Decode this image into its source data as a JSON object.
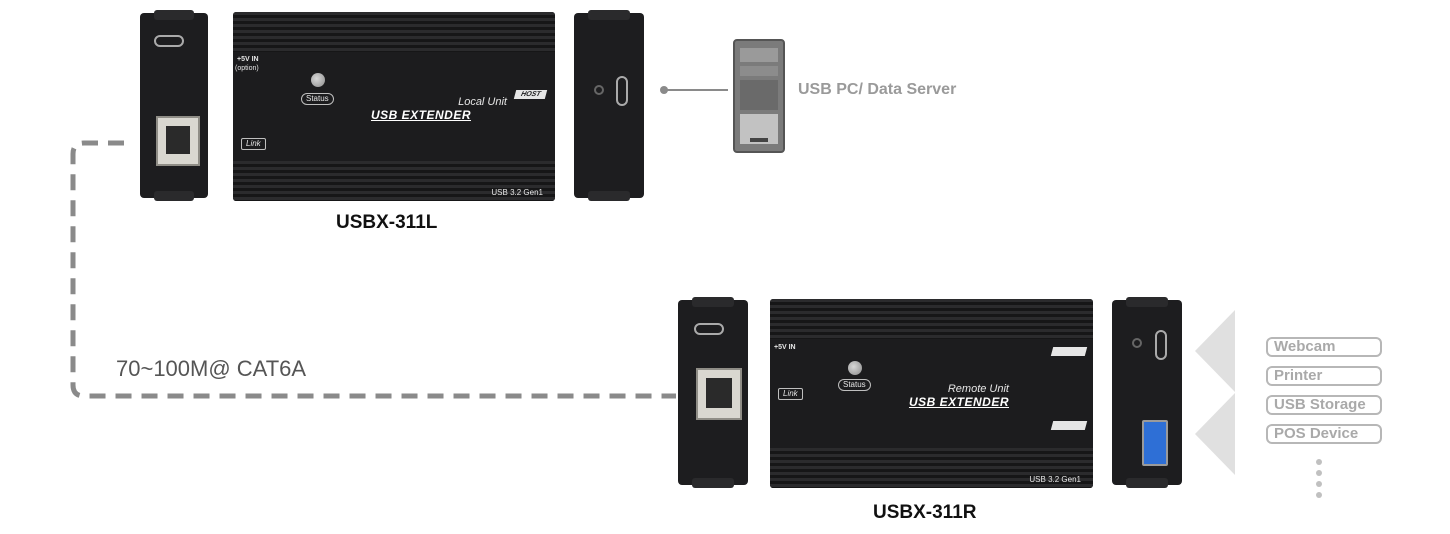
{
  "local": {
    "model": "USBX-311L",
    "power_label": "+5V IN",
    "power_option": "(option)",
    "status_label": "Status",
    "link_label": "Link",
    "host_label": "HOST",
    "unit_name": "Local Unit",
    "brand": "USB EXTENDER",
    "gen_label": "USB 3.2 Gen1"
  },
  "remote": {
    "model": "USBX-311R",
    "power_label": "+5V IN",
    "status_label": "Status",
    "link_label": "Link",
    "unit_name": "Remote Unit",
    "brand": "USB EXTENDER",
    "gen_label": "USB 3.2 Gen1"
  },
  "pc_label": "USB PC/ Data Server",
  "cable_label": "70~100M@ CAT6A",
  "devices": [
    "Webcam",
    "Printer",
    "USB Storage",
    "POS Device"
  ],
  "icons": [
    "usb-c-port-icon",
    "rj45-port-icon",
    "usb-a-port-icon",
    "pc-tower-icon",
    "arrow-left-icon",
    "usb-symbol-icon",
    "ellipsis-vertical-icon"
  ],
  "colors": {
    "device_body": "#1c1c1e",
    "cable": "#8a8a8a",
    "arrow": "#e0e0e0",
    "device_box_border": "#b7b7b7",
    "usb3_port": "#2e6fd6"
  }
}
